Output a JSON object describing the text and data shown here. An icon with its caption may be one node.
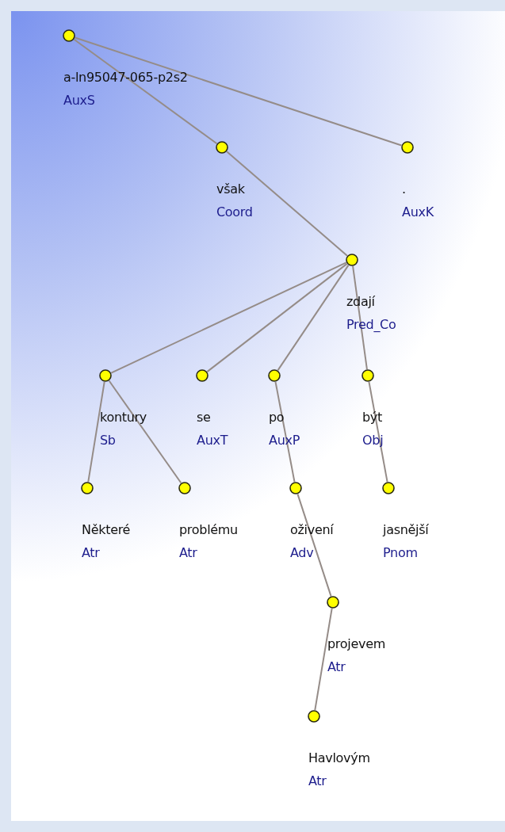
{
  "diagram": {
    "nodes": [
      {
        "text": [
          "a-ln95047-065-p2s2",
          "AuxS"
        ]
      },
      {
        "text": [
          "však",
          "Coord"
        ]
      },
      {
        "text": [
          ".",
          "AuxK"
        ]
      },
      {
        "text": [
          "zdají",
          "Pred_Co"
        ]
      },
      {
        "text": [
          "kontury",
          "Sb"
        ]
      },
      {
        "text": [
          "se",
          "AuxT"
        ]
      },
      {
        "text": [
          "po",
          "AuxP"
        ]
      },
      {
        "text": [
          "být",
          "Obj"
        ]
      },
      {
        "text": [
          "Některé",
          "Atr"
        ]
      },
      {
        "text": [
          "problému",
          "Atr"
        ]
      },
      {
        "text": [
          "oživení",
          "Adv"
        ]
      },
      {
        "text": [
          "jasnější",
          "Pnom"
        ]
      },
      {
        "text": [
          "projevem",
          "Atr"
        ]
      },
      {
        "text": [
          "Havlovým",
          "Atr"
        ]
      }
    ],
    "edges": [
      {
        "from": 0,
        "to": 1,
        "arrow": "none"
      },
      {
        "from": 0,
        "to": 2,
        "arrow": "none"
      },
      {
        "from": 1,
        "to": 3,
        "arrow": "none"
      },
      {
        "from": 3,
        "to": 4,
        "arrow": "none"
      },
      {
        "from": 3,
        "to": 5,
        "arrow": "none"
      },
      {
        "from": 3,
        "to": 6,
        "arrow": "none"
      },
      {
        "from": 3,
        "to": 7,
        "arrow": "none"
      },
      {
        "from": 4,
        "to": 8,
        "arrow": "none"
      },
      {
        "from": 4,
        "to": 9,
        "arrow": "none"
      },
      {
        "from": 6,
        "to": 10,
        "arrow": "none"
      },
      {
        "from": 7,
        "to": 11,
        "arrow": "none"
      },
      {
        "from": 10,
        "to": 12,
        "arrow": "none"
      },
      {
        "from": 12,
        "to": 13,
        "arrow": "none"
      }
    ]
  }
}
